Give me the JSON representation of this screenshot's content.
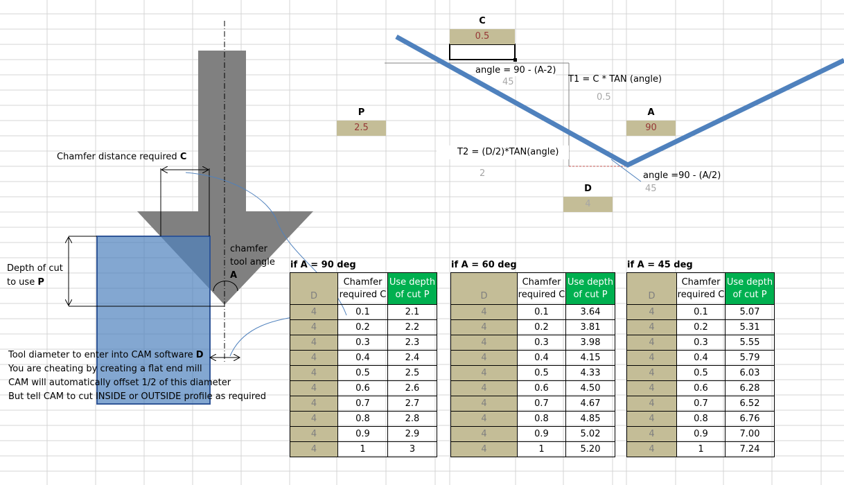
{
  "colors": {
    "accent_blue": "#4f81bd",
    "tool_grey": "#808080",
    "input_tan": "#c4bd97",
    "header_green": "#00b050",
    "value_red": "#953735"
  },
  "diagram": {
    "chamfer_label": "Chamfer distance required ",
    "chamfer_var": "C",
    "depth_label_1": "Depth of cut",
    "depth_label_2": "to use ",
    "depth_var": "P",
    "tool_angle_1": "chamfer",
    "tool_angle_2": "tool angle",
    "tool_angle_var": "A",
    "note_1": "Tool diameter to enter into CAM software ",
    "note_1_var": "D",
    "note_2": "You are cheating by creating a flat end mill",
    "note_3": "CAM will automatically offset 1/2 of this diameter",
    "note_4": "But tell CAM to cut INSIDE or OUTSIDE profile as required"
  },
  "inputs": {
    "C": {
      "label": "C",
      "value": "0.5"
    },
    "P": {
      "label": "P",
      "value": "2.5"
    },
    "A": {
      "label": "A",
      "value": "90"
    },
    "D": {
      "label": "D",
      "value": "4"
    }
  },
  "calc": {
    "angle1_formula": "angle = 90 - (A-2)",
    "angle1_value": "45",
    "t1_formula": "T1 = C * TAN (angle)",
    "t1_value": "0.5",
    "t2_formula": "T2 = (D/2)*TAN(angle)",
    "t2_value": "2",
    "angle2_formula": "angle =90 - (A/2)",
    "angle2_value": "45"
  },
  "tables": [
    {
      "title": "if A = 90 deg",
      "headers": [
        "D",
        "Chamfer required C",
        "Use depth of cut P"
      ],
      "rows": [
        [
          "4",
          "0.1",
          "2.1"
        ],
        [
          "4",
          "0.2",
          "2.2"
        ],
        [
          "4",
          "0.3",
          "2.3"
        ],
        [
          "4",
          "0.4",
          "2.4"
        ],
        [
          "4",
          "0.5",
          "2.5"
        ],
        [
          "4",
          "0.6",
          "2.6"
        ],
        [
          "4",
          "0.7",
          "2.7"
        ],
        [
          "4",
          "0.8",
          "2.8"
        ],
        [
          "4",
          "0.9",
          "2.9"
        ],
        [
          "4",
          "1",
          "3"
        ]
      ]
    },
    {
      "title": "if A = 60 deg",
      "headers": [
        "D",
        "Chamfer required C",
        "Use depth of cut P"
      ],
      "rows": [
        [
          "4",
          "0.1",
          "3.64"
        ],
        [
          "4",
          "0.2",
          "3.81"
        ],
        [
          "4",
          "0.3",
          "3.98"
        ],
        [
          "4",
          "0.4",
          "4.15"
        ],
        [
          "4",
          "0.5",
          "4.33"
        ],
        [
          "4",
          "0.6",
          "4.50"
        ],
        [
          "4",
          "0.7",
          "4.67"
        ],
        [
          "4",
          "0.8",
          "4.85"
        ],
        [
          "4",
          "0.9",
          "5.02"
        ],
        [
          "4",
          "1",
          "5.20"
        ]
      ]
    },
    {
      "title": "if A = 45 deg",
      "headers": [
        "D",
        "Chamfer required C",
        "Use depth of cut P"
      ],
      "rows": [
        [
          "4",
          "0.1",
          "5.07"
        ],
        [
          "4",
          "0.2",
          "5.31"
        ],
        [
          "4",
          "0.3",
          "5.55"
        ],
        [
          "4",
          "0.4",
          "5.79"
        ],
        [
          "4",
          "0.5",
          "6.03"
        ],
        [
          "4",
          "0.6",
          "6.28"
        ],
        [
          "4",
          "0.7",
          "6.52"
        ],
        [
          "4",
          "0.8",
          "6.76"
        ],
        [
          "4",
          "0.9",
          "7.00"
        ],
        [
          "4",
          "1",
          "7.24"
        ]
      ]
    }
  ]
}
